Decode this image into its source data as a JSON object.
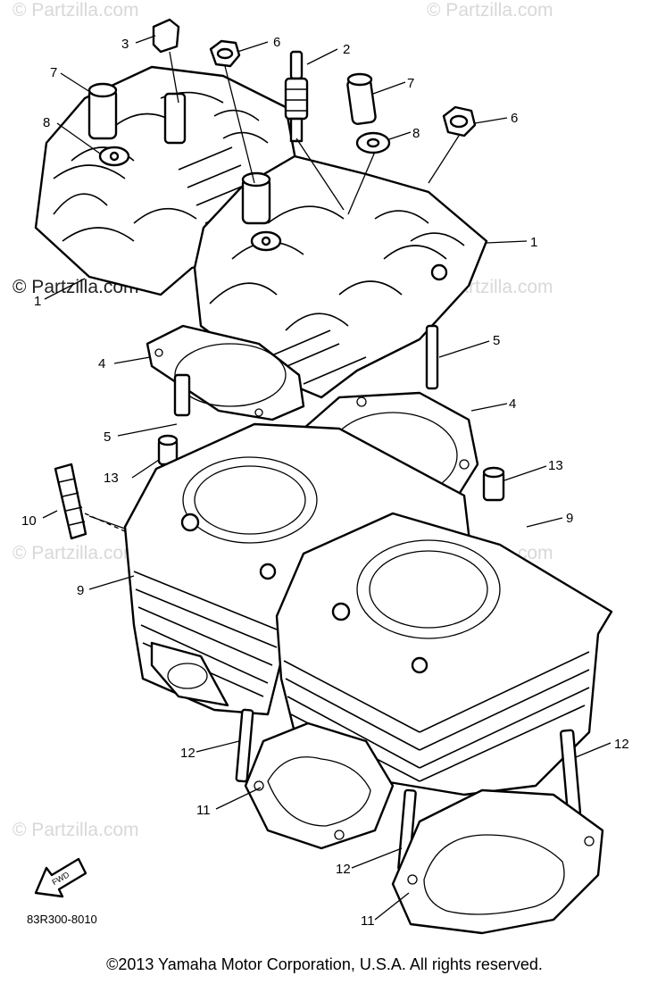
{
  "watermark": {
    "text": "© Partzilla.com",
    "dark_text": "© Partzilla.com"
  },
  "callouts": {
    "c1a": "1",
    "c1b": "1",
    "c2": "2",
    "c3": "3",
    "c4a": "4",
    "c4b": "4",
    "c5a": "5",
    "c5b": "5",
    "c6a": "6",
    "c6b": "6",
    "c7a": "7",
    "c7b": "7",
    "c8a": "8",
    "c8b": "8",
    "c9a": "9",
    "c9b": "9",
    "c10": "10",
    "c11a": "11",
    "c11b": "11",
    "c12a": "12",
    "c12b": "12",
    "c12c": "12",
    "c13a": "13",
    "c13b": "13"
  },
  "fwd_label": "FWD",
  "diagram_code": "83R300-8010",
  "copyright": "©2013 Yamaha Motor Corporation, U.S.A. All rights reserved."
}
